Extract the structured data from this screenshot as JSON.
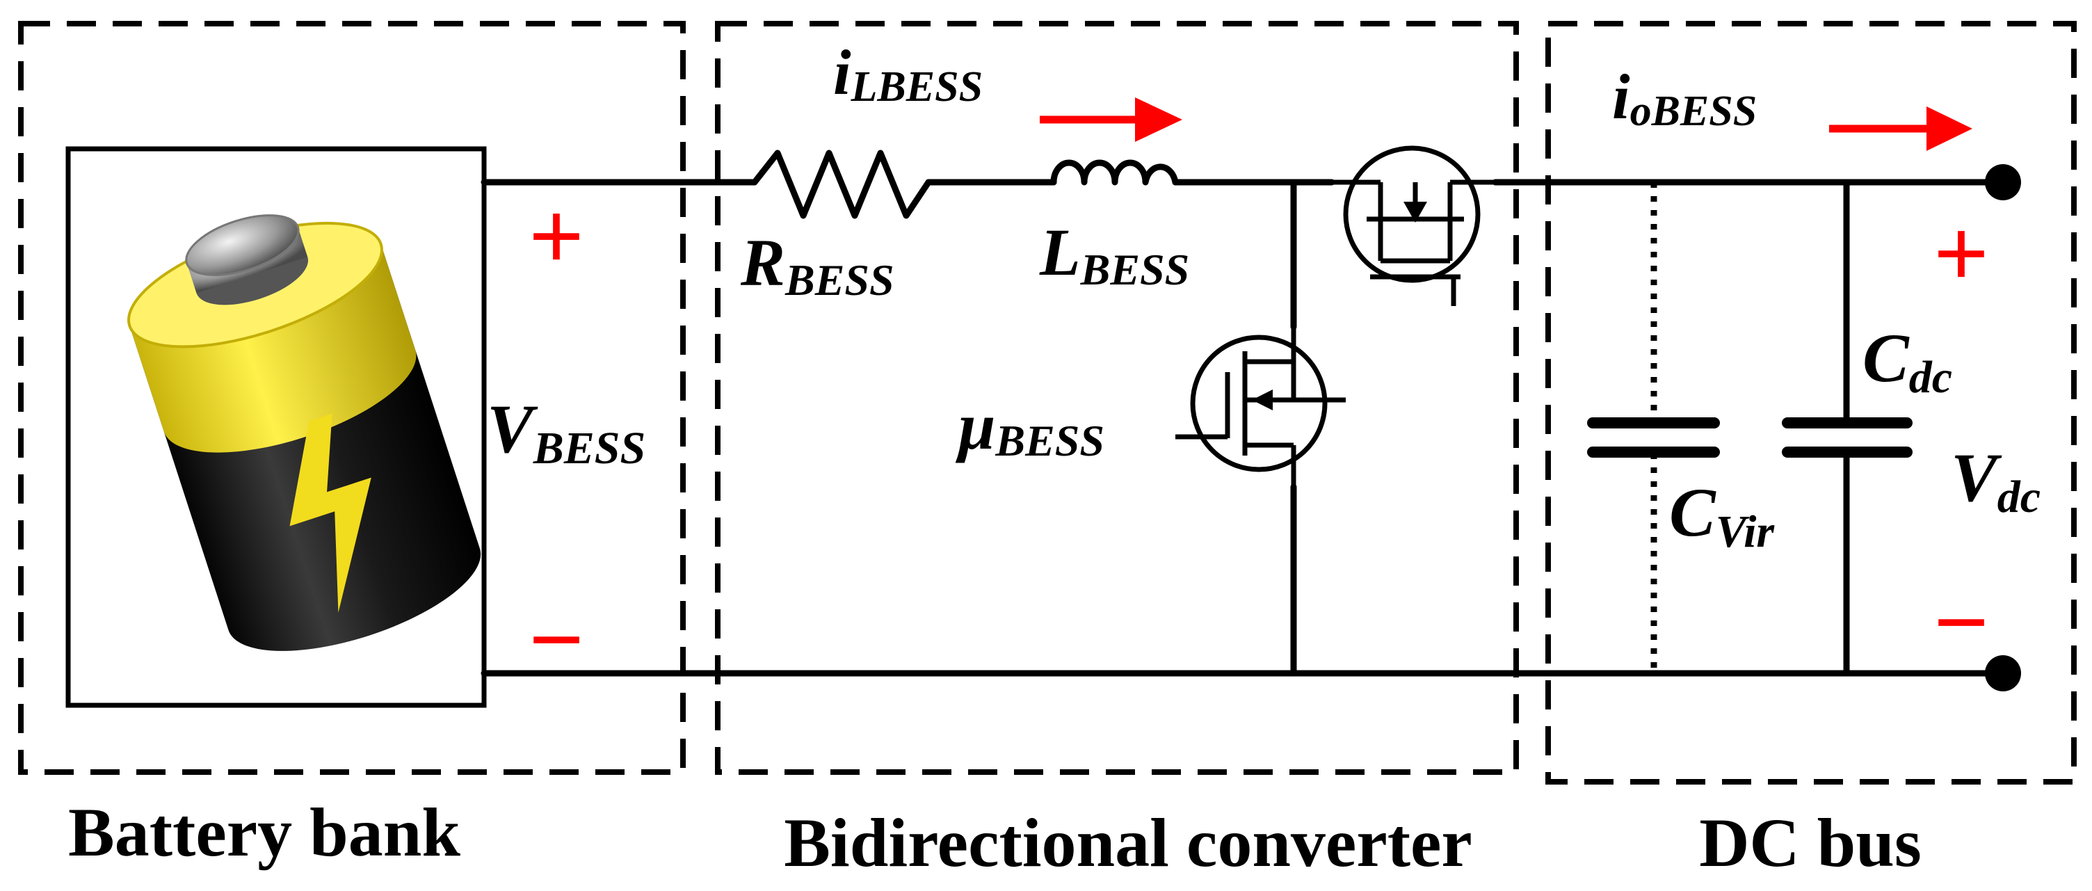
{
  "blocks": {
    "battery": "Battery bank",
    "converter": "Bidirectional converter",
    "dc_bus": "DC bus"
  },
  "labels": {
    "i_l": {
      "main": "i",
      "sub": "LBESS"
    },
    "r": {
      "main": "R",
      "sub": "BESS"
    },
    "l": {
      "main": "L",
      "sub": "BESS"
    },
    "mu": {
      "main": "μ",
      "sub": "BESS"
    },
    "v_bess": {
      "main": "V",
      "sub": "BESS"
    },
    "i_o": {
      "main": "i",
      "sub": "oBESS"
    },
    "c_dc": {
      "main": "C",
      "sub": "dc"
    },
    "c_vir": {
      "main": "C",
      "sub": "Vir"
    },
    "v_dc": {
      "main": "V",
      "sub": "dc"
    }
  },
  "signs": {
    "plus": "+",
    "minus": "−"
  },
  "colors": {
    "line": "#000000",
    "arrow": "#ff0000",
    "sign": "#ff0000",
    "battery_top": "#f2dc1e",
    "battery_body": "#1c1c1c",
    "bolt": "#f2dc1e"
  }
}
